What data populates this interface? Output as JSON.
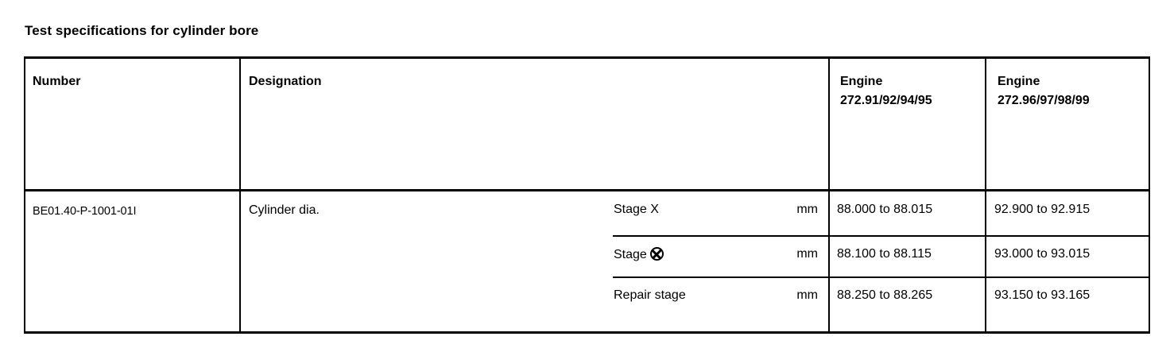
{
  "document": {
    "title": "Test specifications for cylinder bore"
  },
  "table": {
    "headers": {
      "number": "Number",
      "designation": "Designation",
      "engine_1_line1": "Engine",
      "engine_1_line2": "272.91/92/94/95",
      "engine_2_line1": "Engine",
      "engine_2_line2": "272.96/97/98/99"
    },
    "row": {
      "number": "BE01.40-P-1001-01I",
      "designation": "Cylinder dia.",
      "subrows": [
        {
          "stage": "Stage X",
          "stage_symbol": "",
          "unit": "mm",
          "engine_1_value": "88.000 to 88.015",
          "engine_2_value": "92.900 to 92.915"
        },
        {
          "stage": "Stage",
          "stage_symbol": "circled-x-icon",
          "unit": "mm",
          "engine_1_value": "88.100 to 88.115",
          "engine_2_value": "93.000 to 93.015"
        },
        {
          "stage": "Repair stage",
          "stage_symbol": "",
          "unit": "mm",
          "engine_1_value": "88.250 to 88.265",
          "engine_2_value": "93.150 to 93.165"
        }
      ]
    }
  },
  "colors": {
    "text": "#000000",
    "background": "#ffffff",
    "rule": "#000000"
  }
}
